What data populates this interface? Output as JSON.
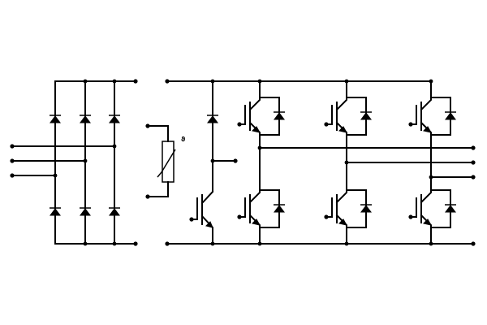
{
  "diagram": {
    "components": {
      "rectifier_diodes": 6,
      "brake_diode": 1,
      "brake_igbt": 1,
      "inverter_igbts": 6,
      "freewheel_diodes": 6,
      "thermistor": 1
    },
    "thermistor_symbol": "ϑ"
  }
}
